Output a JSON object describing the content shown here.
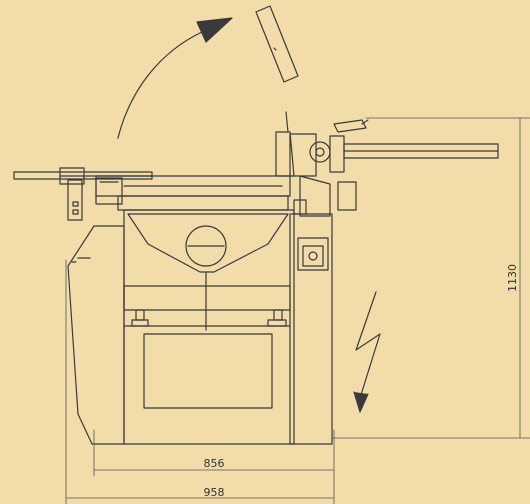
{
  "colors": {
    "background": "#f2dcaa",
    "line": "#3a3a3a",
    "dimension_line": "#555555"
  },
  "dimensions": {
    "inner_width": "856",
    "overall_width": "958",
    "height": "1130"
  }
}
